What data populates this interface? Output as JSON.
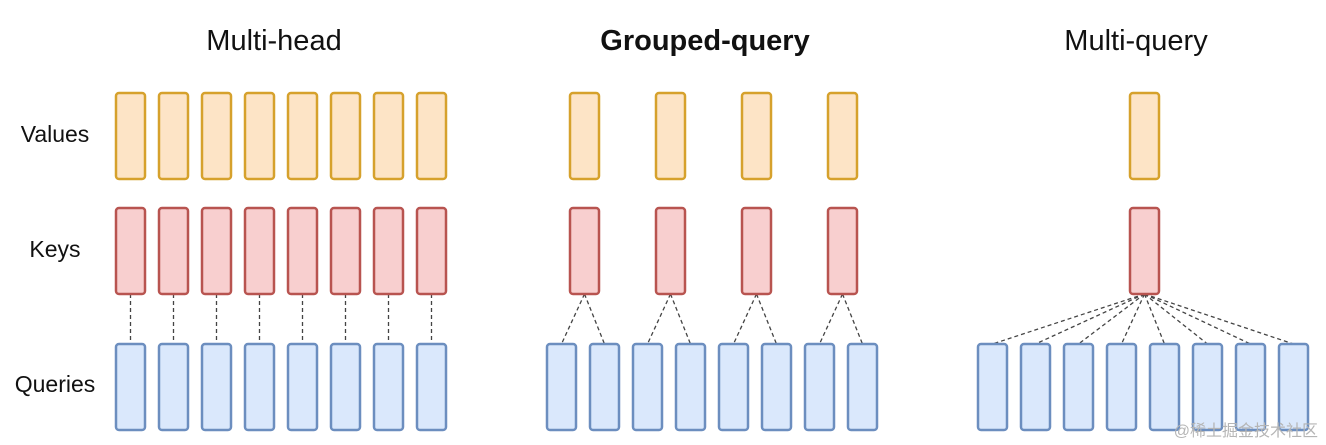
{
  "row_labels": {
    "values": "Values",
    "keys": "Keys",
    "queries": "Queries"
  },
  "colors": {
    "values_fill": "#fde4c6",
    "values_stroke": "#d6a12c",
    "keys_fill": "#f8cfcf",
    "keys_stroke": "#b85450",
    "queries_fill": "#dae8fc",
    "queries_stroke": "#6c8ebf",
    "connector": "#444444"
  },
  "panels": [
    {
      "title": "Multi-head",
      "bold": false,
      "values": 8,
      "keys": 8,
      "queries": 8,
      "queries_per_key": 1
    },
    {
      "title": "Grouped-query",
      "bold": true,
      "values": 4,
      "keys": 4,
      "queries": 8,
      "queries_per_key": 2
    },
    {
      "title": "Multi-query",
      "bold": false,
      "values": 1,
      "keys": 1,
      "queries": 8,
      "queries_per_key": 8
    }
  ],
  "watermark": "@稀土掘金技术社区"
}
